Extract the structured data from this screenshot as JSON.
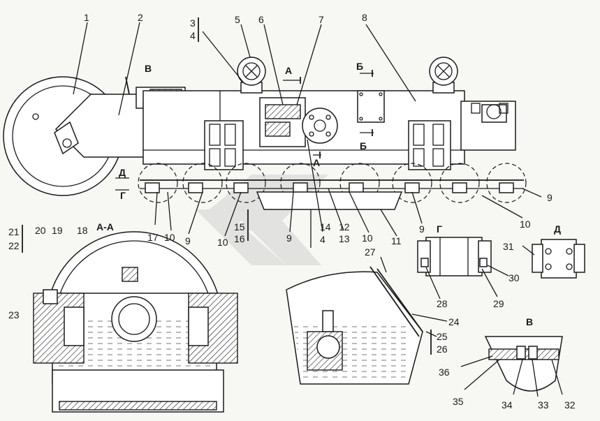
{
  "labels": {
    "n1": "1",
    "n2": "2",
    "n3": "3",
    "n4": "4",
    "n5": "5",
    "n6": "6",
    "n7": "7",
    "n8": "8",
    "n9": "9",
    "n10": "10",
    "n11": "11",
    "n12": "12",
    "n13": "13",
    "n14": "14",
    "n15": "15",
    "n16": "16",
    "n17": "17",
    "n18": "18",
    "n19": "19",
    "n20": "20",
    "n21": "21",
    "n22": "22",
    "n23": "23",
    "n24": "24",
    "n25": "25",
    "n26": "26",
    "n27": "27",
    "n28": "28",
    "n29": "29",
    "n30": "30",
    "n31": "31",
    "n32": "32",
    "n33": "33",
    "n34": "34",
    "n35": "35",
    "n36": "36"
  },
  "views": {
    "section_aa": "А-А",
    "view_g": "Г",
    "view_d": "Д",
    "view_v": "В",
    "mark_a": "А",
    "mark_b": "Б",
    "mark_v": "В",
    "mark_d": "Д",
    "mark_g": "Г"
  }
}
